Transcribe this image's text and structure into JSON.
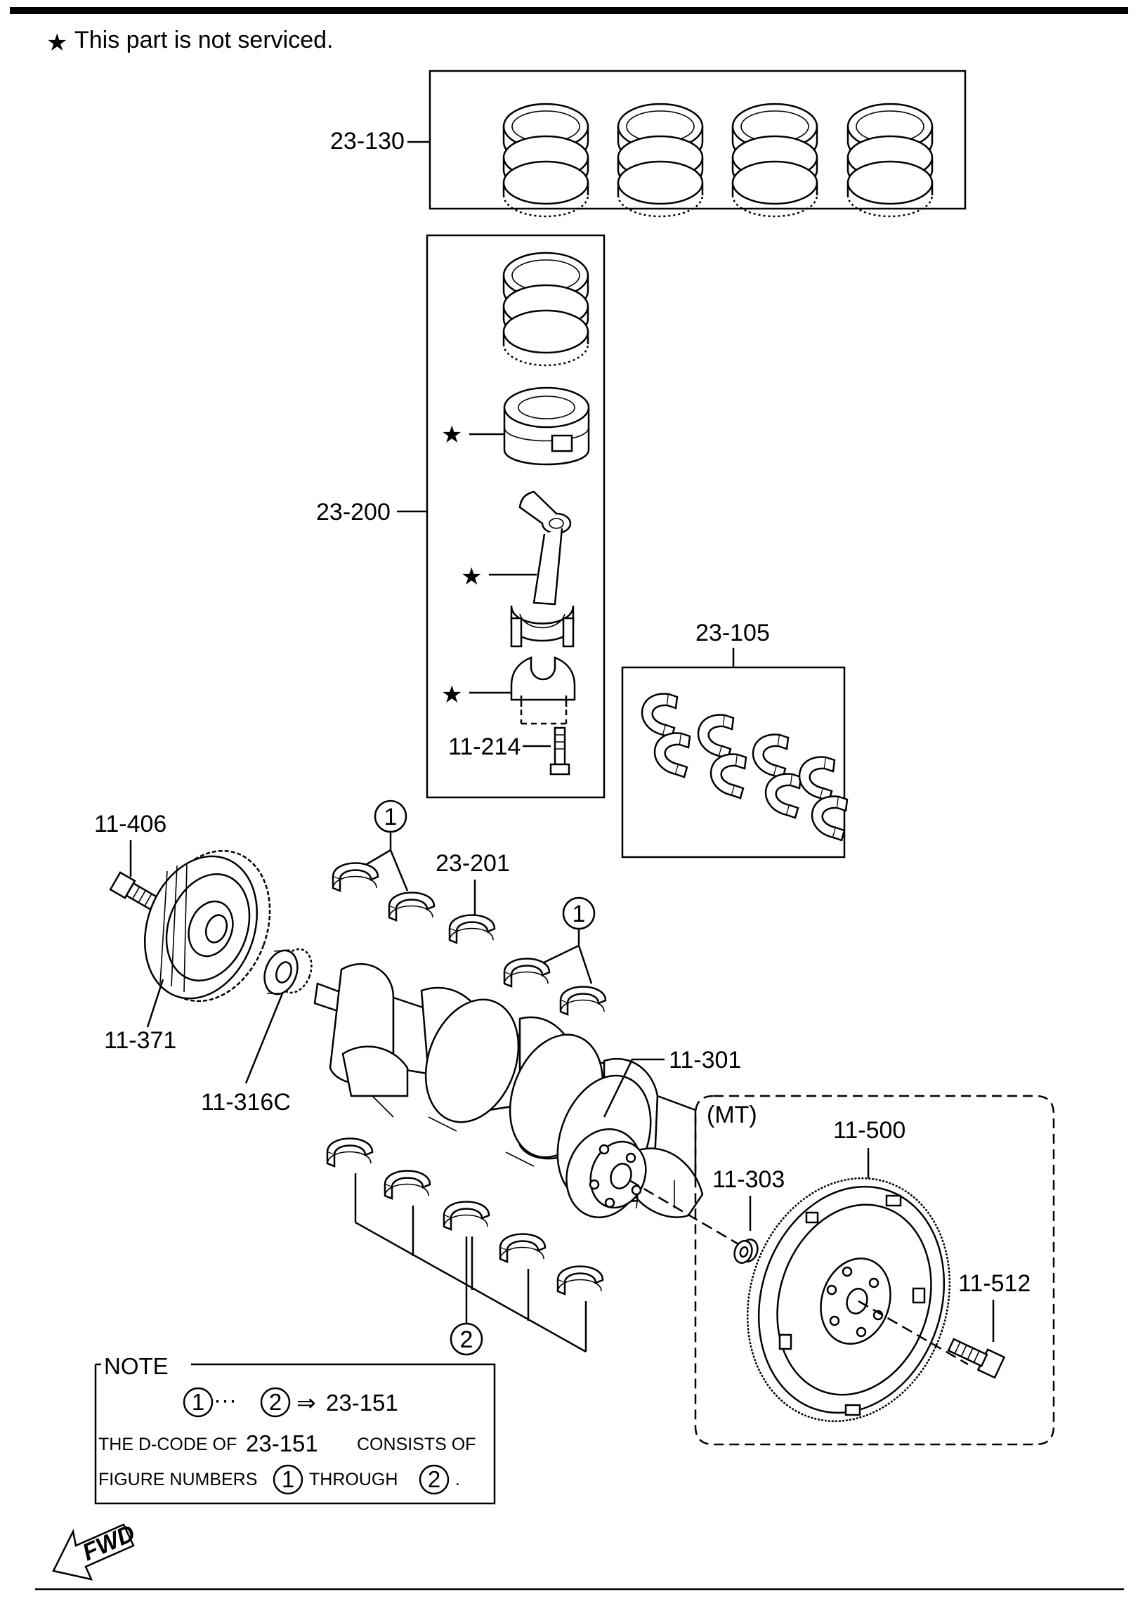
{
  "header": {
    "star_glyph": "★",
    "not_serviced": "This part is not serviced."
  },
  "groups": {
    "ring_set": "23-130",
    "piston_assembly": "23-200",
    "bearing_set": "23-105"
  },
  "callouts": {
    "bolt_conrod": "11-214",
    "pulley_bolt": "11-406",
    "main_bearing_upper": "23-201",
    "pulley": "11-371",
    "sprocket": "11-316C",
    "crankshaft": "11-301",
    "flywheel": "11-500",
    "pilot_bearing": "11-303",
    "flywheel_bolt": "11-512"
  },
  "figure_refs": {
    "one": "1",
    "two": "2"
  },
  "mt_box": {
    "label": "(MT)"
  },
  "note": {
    "title": "NOTE",
    "range_dots": "···",
    "arrow": "⇒",
    "ref_code": "23-151",
    "line2_a": "THE D-CODE OF",
    "line2_code": "23-151",
    "line2_b": "CONSISTS OF",
    "line3_a": "FIGURE NUMBERS",
    "line3_b": "THROUGH",
    "line3_end": "."
  },
  "fwd": {
    "label": "FWD"
  }
}
